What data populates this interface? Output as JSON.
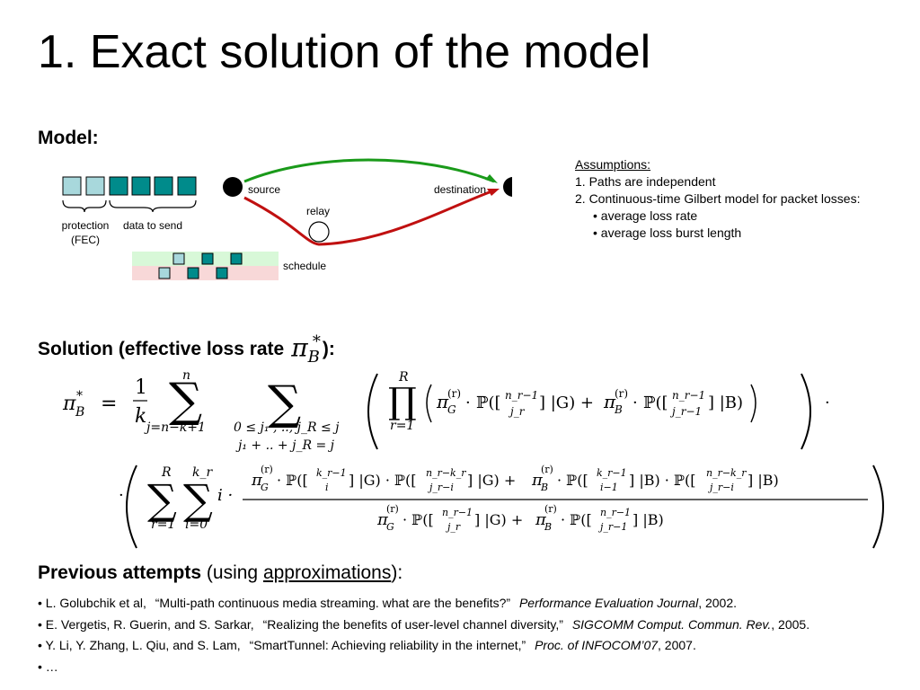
{
  "title": "1. Exact solution of the model",
  "model": {
    "heading": "Model:",
    "diagram": {
      "protection_label_line1": "protection",
      "protection_label_line2": "(FEC)",
      "data_label": "data to send",
      "schedule_label": "schedule",
      "source_label": "source",
      "destination_label": "destination",
      "relay_label": "relay"
    },
    "assumptions": {
      "heading": "Assumptions:",
      "items": [
        "1. Paths are independent",
        "2. Continuous-time Gilbert model for packet  losses:",
        "• average loss rate",
        "• average loss burst length"
      ]
    }
  },
  "solution": {
    "heading_before": "Solution (effective loss rate",
    "heading_after": "):",
    "symbol_base": "π",
    "symbol_sub": "B",
    "symbol_sup": "*"
  },
  "previous": {
    "heading_bold": "Previous attempts",
    "heading_plain_1": " (using ",
    "heading_underlined": "approximations",
    "heading_plain_2": "):",
    "refs": [
      {
        "authors": "• L. Golubchik et al,",
        "title": "“Multi-path continuous media streaming. what are the benefits?”",
        "venue": "Performance Evaluation Journal",
        "year": ",  2002."
      },
      {
        "authors": "• E. Vergetis, R. Guerin, and S. Sarkar,",
        "title": "“Realizing the benefits of user-level channel diversity,”",
        "venue": "SIGCOMM Comput. Commun. Rev.",
        "year": ", 2005."
      },
      {
        "authors": "• Y. Li, Y. Zhang, L. Qiu, and S. Lam,",
        "title": "“SmartTunnel: Achieving reliability in the internet,”",
        "venue": "Proc. of INFOCOM’07",
        "year": ", 2007."
      },
      {
        "authors": "• …",
        "title": "",
        "venue": "",
        "year": ""
      }
    ]
  },
  "colors": {
    "fec_packet": "#a8d8dc",
    "data_packet": "#008b8b",
    "top_path": "#1a9a1a",
    "bottom_path": "#c01010",
    "schedule_top_band": "#d8f8d8",
    "schedule_bottom_band": "#f8d8d8"
  }
}
